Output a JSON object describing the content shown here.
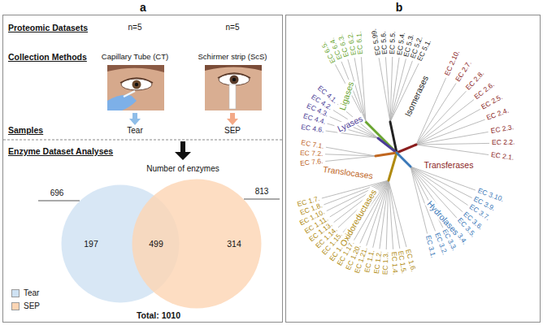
{
  "diagram": {
    "nodes": [
      {
        "text": [
          "a"
        ]
      },
      {
        "text": [
          "197"
        ],
        "in": 0
      },
      {
        "text": [
          "314"
        ],
        "in": 0
      },
      {
        "text": [
          "b"
        ]
      }
    ],
    "labels": [
      "Proteomic Datasets",
      "n=5",
      "n=5",
      "Collection Methods",
      "Capillary Tube (CT)",
      "Schirmer strip (ScS)",
      "Samples",
      "Tear",
      "SEP",
      "Enzyme Dataset Analyses",
      "Number of enzymes",
      "696",
      "813",
      "499",
      "Total: 1010",
      "Ligases",
      "Isomerases",
      "Lyases",
      "Transferases",
      "Translocases",
      "Oxidoreductases",
      "Hydrolases",
      "EC 6.5.",
      "EC 6.4.",
      "EC 6.3.",
      "EC 6.2.",
      "EC 6.1.",
      "EC 5.99.",
      "EC 5.6.",
      "EC 5.5.",
      "EC 5.4.",
      "EC 5.3.",
      "EC 5.2.",
      "EC 5.1.",
      "EC 4.1.",
      "EC 4.2.",
      "EC 4.3.",
      "EC 4.4.",
      "EC 4.6.",
      "EC 2.10.",
      "EC 2.7.",
      "EC 2.8.",
      "EC 2.6.",
      "EC 2.5.",
      "EC 2.4.",
      "EC 2.3.",
      "EC 2.2.",
      "EC 2.1.",
      "EC 7.1.",
      "EC 7.2.",
      "EC 7.6.",
      "EC 1.7.",
      "EC 1.8.",
      "EC 1.10.",
      "EC 1.11.",
      "EC 1.13.",
      "EC 1.14.",
      "EC 1.15.",
      "EC 1.16.",
      "EC 1.17.",
      "EC 1.20.",
      "EC 1.21.",
      "EC 1.1.",
      "EC 1.2.",
      "EC 1.3.",
      "EC 1.4.",
      "EC 1.5.",
      "EC 1.6.",
      "EC 3.10.",
      "EC 3.9.",
      "EC 3.7.",
      "EC 3.6.",
      "EC 3.5.",
      "EC 3.4.",
      "EC 3.3.",
      "EC 3.2.",
      "EC 3.1."
    ],
    "legend": [
      {
        "text": "Tear",
        "color": "#cfe2f3"
      },
      {
        "text": "SEP",
        "color": "#fcd5b4"
      }
    ]
  }
}
